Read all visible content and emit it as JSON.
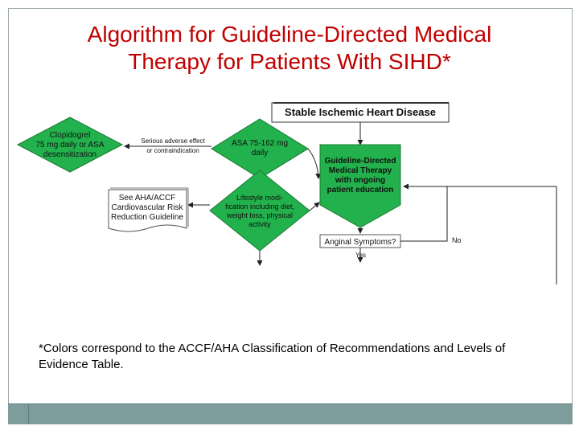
{
  "title": {
    "line1": "Algorithm for Guideline-Directed Medical",
    "line2": "Therapy for Patients With SIHD*"
  },
  "diagram": {
    "header": "Stable Ischemic Heart Disease",
    "asa_line1": "ASA 75-162 mg",
    "asa_line2": "daily",
    "clopidogrel_line1": "Clopidogrel",
    "clopidogrel_line2": "75 mg daily or ASA",
    "clopidogrel_line3": "desensitization",
    "adverse_line1": "Serious adverse effect",
    "adverse_line2": "or contraindication",
    "gdmt_line1": "Guideline-Directed",
    "gdmt_line2": "Medical Therapy",
    "gdmt_line3": "with ongoing",
    "gdmt_line4": "patient education",
    "lifestyle_line1": "Lifestyle modi-",
    "lifestyle_line2": "fication including diet,",
    "lifestyle_line3": "weight loss, physical",
    "lifestyle_line4": "activity",
    "guideline_line1": "See AHA/ACCF",
    "guideline_line2": "Cardiovascular Risk",
    "guideline_line3": "Reduction Guideline",
    "anginal": "Anginal Symptoms?",
    "yes": "Yes",
    "no": "No"
  },
  "footnote": "*Colors correspond to the ACCF/AHA Classification of Recommendations and Levels of Evidence Table.",
  "colors": {
    "title": "#c00000",
    "class1_green": "#22b14c",
    "footer": "#7f9c9c"
  }
}
